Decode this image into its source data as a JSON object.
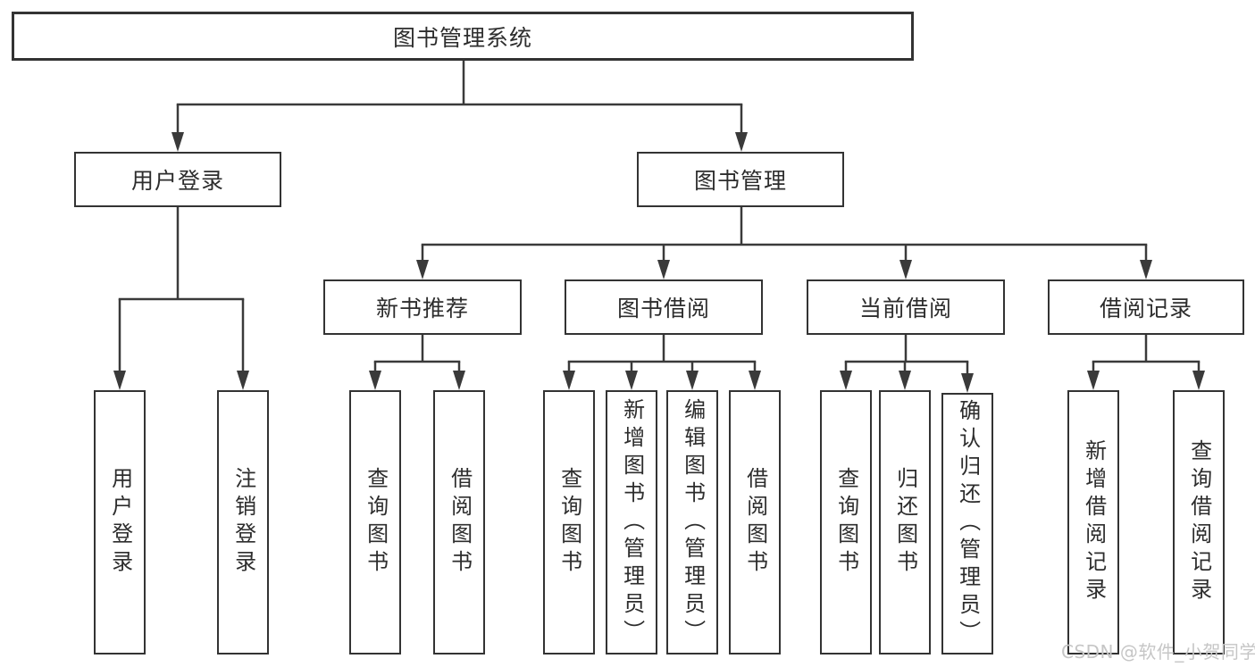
{
  "tree": {
    "label": "图书管理系统",
    "children": [
      {
        "label": "用户登录",
        "children": [
          {
            "label": "用户登录"
          },
          {
            "label": "注销登录"
          }
        ]
      },
      {
        "label": "图书管理",
        "children": [
          {
            "label": "新书推荐",
            "children": [
              {
                "label": "查询图书"
              },
              {
                "label": "借阅图书"
              }
            ]
          },
          {
            "label": "图书借阅",
            "children": [
              {
                "label": "查询图书"
              },
              {
                "label": "新增图书（管理员）"
              },
              {
                "label": "编辑图书（管理员）"
              },
              {
                "label": "借阅图书"
              }
            ]
          },
          {
            "label": "当前借阅",
            "children": [
              {
                "label": "查询图书"
              },
              {
                "label": "归还图书"
              },
              {
                "label": "确认归还（管理员）"
              }
            ]
          },
          {
            "label": "借阅记录",
            "children": [
              {
                "label": "新增借阅记录"
              },
              {
                "label": "查询借阅记录"
              }
            ]
          }
        ]
      }
    ]
  },
  "watermark": "CSDN @软件_小贺同学",
  "colors": {
    "line": "#3a3a3a",
    "border": "#333333",
    "text": "#2d2d2d",
    "watermark": "#c6c6c6",
    "background": "#ffffff"
  }
}
